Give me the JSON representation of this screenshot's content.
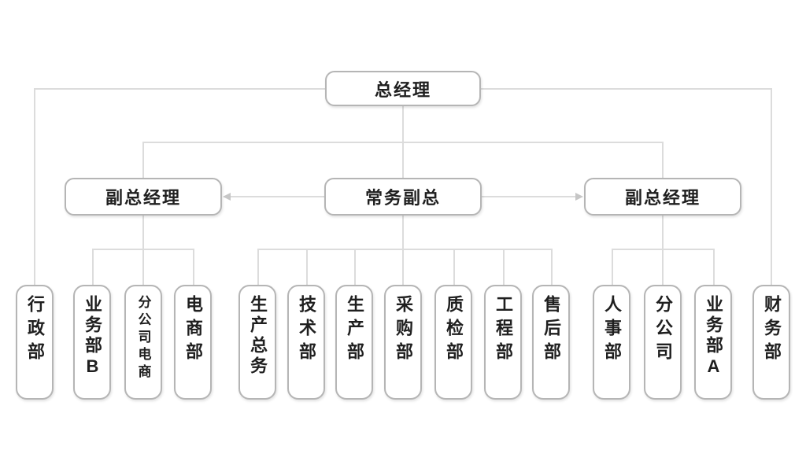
{
  "colors": {
    "background": "#ffffff",
    "box_border": "#b5b5b5",
    "connector_line": "#dcdcdc",
    "arrowhead": "#c6c6c6",
    "text": "#1f1f1f"
  },
  "org_chart": {
    "root": {
      "label": "总经理"
    },
    "level2": {
      "vp_left": {
        "label": "副总经理"
      },
      "evp": {
        "label": "常务副总"
      },
      "vp_right": {
        "label": "副总经理"
      }
    },
    "root_departments": {
      "admin": {
        "label": "行政部"
      },
      "finance": {
        "label": "财务部"
      }
    },
    "vp_left_departments": [
      {
        "label": "业务部B"
      },
      {
        "label": "分公司电商"
      },
      {
        "label": "电商部"
      }
    ],
    "evp_departments": [
      {
        "label": "生产总务"
      },
      {
        "label": "技术部"
      },
      {
        "label": "生产部"
      },
      {
        "label": "采购部"
      },
      {
        "label": "质检部"
      },
      {
        "label": "工程部"
      },
      {
        "label": "售后部"
      }
    ],
    "vp_right_departments": [
      {
        "label": "人事部"
      },
      {
        "label": "分公司"
      },
      {
        "label": "业务部A"
      }
    ]
  }
}
